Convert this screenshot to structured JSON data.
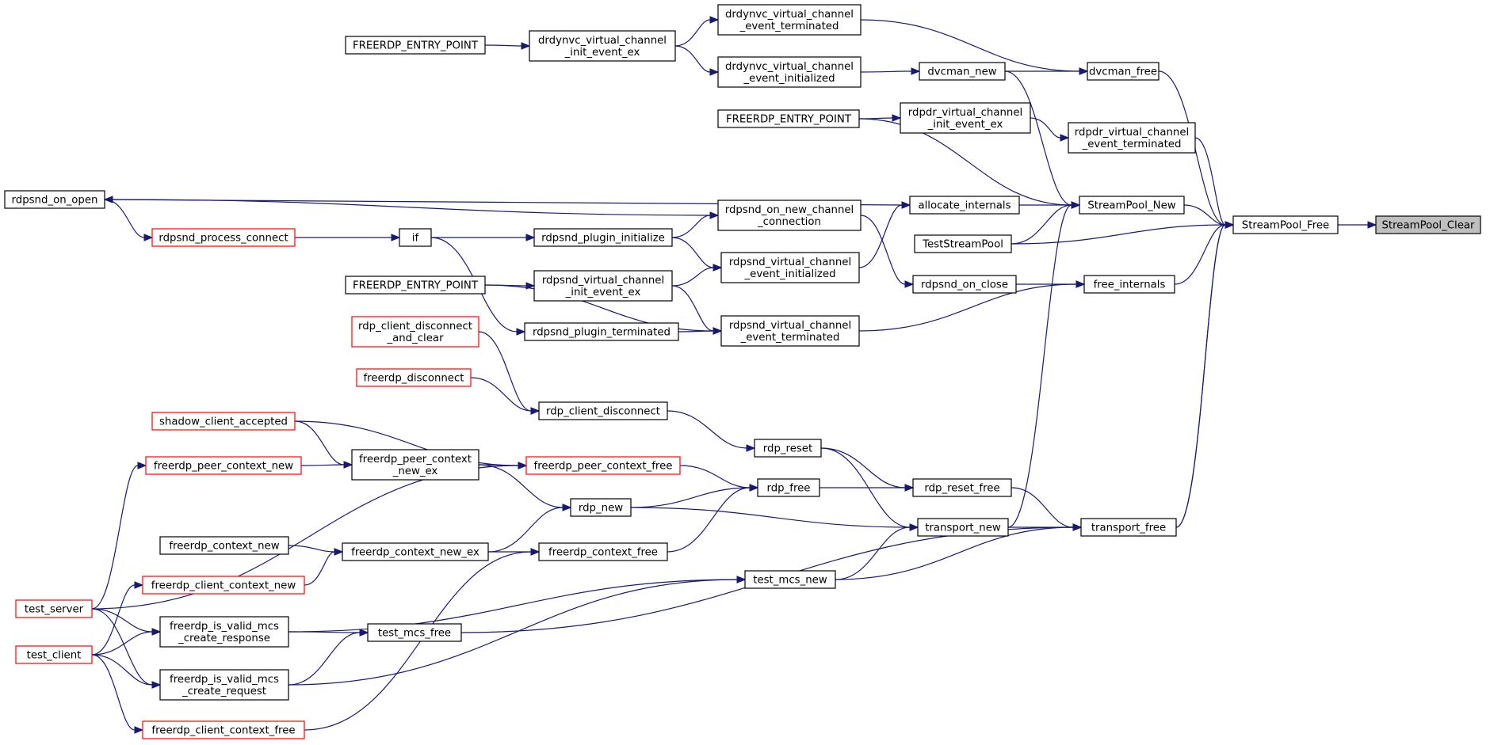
{
  "colors": {
    "edge": "#191970",
    "border": "#000000",
    "border_red": "#ff0000",
    "root_fill": "#bfbfbf"
  },
  "nodes": [
    {
      "id": "StreamPool_Clear",
      "lines": [
        "StreamPool_Clear"
      ],
      "style": "root"
    },
    {
      "id": "StreamPool_Free",
      "lines": [
        "StreamPool_Free"
      ]
    },
    {
      "id": "dvcman_free",
      "lines": [
        "dvcman_free"
      ]
    },
    {
      "id": "rdpdr_vc_event_terminated",
      "lines": [
        "rdpdr_virtual_channel",
        "_event_terminated"
      ]
    },
    {
      "id": "StreamPool_New",
      "lines": [
        "StreamPool_New"
      ]
    },
    {
      "id": "TestStreamPool",
      "lines": [
        "TestStreamPool"
      ]
    },
    {
      "id": "free_internals",
      "lines": [
        "free_internals"
      ]
    },
    {
      "id": "transport_free",
      "lines": [
        "transport_free"
      ]
    },
    {
      "id": "drdynvc_vc_event_terminated",
      "lines": [
        "drdynvc_virtual_channel",
        "_event_terminated"
      ]
    },
    {
      "id": "dvcman_new",
      "lines": [
        "dvcman_new"
      ]
    },
    {
      "id": "drdynvc_vc_event_initialized",
      "lines": [
        "drdynvc_virtual_channel",
        "_event_initialized"
      ]
    },
    {
      "id": "drdynvc_vc_init_event_ex",
      "lines": [
        "drdynvc_virtual_channel",
        "_init_event_ex"
      ]
    },
    {
      "id": "FREERDP_ENTRY_POINT_1",
      "lines": [
        "FREERDP_ENTRY_POINT"
      ]
    },
    {
      "id": "rdpdr_vc_init_event_ex",
      "lines": [
        "rdpdr_virtual_channel",
        "_init_event_ex"
      ]
    },
    {
      "id": "FREERDP_ENTRY_POINT_2",
      "lines": [
        "FREERDP_ENTRY_POINT"
      ]
    },
    {
      "id": "allocate_internals",
      "lines": [
        "allocate_internals"
      ]
    },
    {
      "id": "rdpsnd_on_open",
      "lines": [
        "rdpsnd_on_open"
      ]
    },
    {
      "id": "rdpsnd_process_connect",
      "lines": [
        "rdpsnd_process_connect"
      ],
      "style": "red"
    },
    {
      "id": "if",
      "lines": [
        "if"
      ]
    },
    {
      "id": "rdpsnd_plugin_initialize",
      "lines": [
        "rdpsnd_plugin_initialize"
      ]
    },
    {
      "id": "rdpsnd_on_new_channel_connection",
      "lines": [
        "rdpsnd_on_new_channel",
        "_connection"
      ]
    },
    {
      "id": "rdpsnd_vc_event_initialized",
      "lines": [
        "rdpsnd_virtual_channel",
        "_event_initialized"
      ]
    },
    {
      "id": "rdpsnd_on_close",
      "lines": [
        "rdpsnd_on_close"
      ]
    },
    {
      "id": "FREERDP_ENTRY_POINT_3",
      "lines": [
        "FREERDP_ENTRY_POINT"
      ]
    },
    {
      "id": "rdpsnd_vc_init_event_ex",
      "lines": [
        "rdpsnd_virtual_channel",
        "_init_event_ex"
      ]
    },
    {
      "id": "rdpsnd_plugin_terminated",
      "lines": [
        "rdpsnd_plugin_terminated"
      ]
    },
    {
      "id": "rdpsnd_vc_event_terminated",
      "lines": [
        "rdpsnd_virtual_channel",
        "_event_terminated"
      ]
    },
    {
      "id": "rdp_client_disconnect_and_clear",
      "lines": [
        "rdp_client_disconnect",
        "_and_clear"
      ],
      "style": "red"
    },
    {
      "id": "freerdp_disconnect",
      "lines": [
        "freerdp_disconnect"
      ],
      "style": "red"
    },
    {
      "id": "rdp_client_disconnect",
      "lines": [
        "rdp_client_disconnect"
      ]
    },
    {
      "id": "shadow_client_accepted",
      "lines": [
        "shadow_client_accepted"
      ],
      "style": "red"
    },
    {
      "id": "freerdp_peer_context_new",
      "lines": [
        "freerdp_peer_context_new"
      ],
      "style": "red"
    },
    {
      "id": "freerdp_peer_context_new_ex",
      "lines": [
        "freerdp_peer_context",
        "_new_ex"
      ]
    },
    {
      "id": "freerdp_peer_context_free",
      "lines": [
        "freerdp_peer_context_free"
      ],
      "style": "red"
    },
    {
      "id": "rdp_reset",
      "lines": [
        "rdp_reset"
      ]
    },
    {
      "id": "rdp_free",
      "lines": [
        "rdp_free"
      ]
    },
    {
      "id": "rdp_reset_free",
      "lines": [
        "rdp_reset_free"
      ]
    },
    {
      "id": "rdp_new",
      "lines": [
        "rdp_new"
      ]
    },
    {
      "id": "transport_new",
      "lines": [
        "transport_new"
      ]
    },
    {
      "id": "freerdp_context_new",
      "lines": [
        "freerdp_context_new"
      ]
    },
    {
      "id": "freerdp_context_new_ex",
      "lines": [
        "freerdp_context_new_ex"
      ]
    },
    {
      "id": "freerdp_context_free",
      "lines": [
        "freerdp_context_free"
      ]
    },
    {
      "id": "freerdp_client_context_new",
      "lines": [
        "freerdp_client_context_new"
      ],
      "style": "red"
    },
    {
      "id": "test_mcs_new",
      "lines": [
        "test_mcs_new"
      ]
    },
    {
      "id": "test_server",
      "lines": [
        "test_server"
      ],
      "style": "red"
    },
    {
      "id": "freerdp_is_valid_mcs_create_response",
      "lines": [
        "freerdp_is_valid_mcs",
        "_create_response"
      ]
    },
    {
      "id": "test_mcs_free",
      "lines": [
        "test_mcs_free"
      ]
    },
    {
      "id": "test_client",
      "lines": [
        "test_client"
      ],
      "style": "red"
    },
    {
      "id": "freerdp_is_valid_mcs_create_request",
      "lines": [
        "freerdp_is_valid_mcs",
        "_create_request"
      ]
    },
    {
      "id": "freerdp_client_context_free",
      "lines": [
        "freerdp_client_context_free"
      ],
      "style": "red"
    }
  ],
  "edges": [
    [
      "StreamPool_Free",
      "StreamPool_Clear"
    ],
    [
      "dvcman_free",
      "StreamPool_Free"
    ],
    [
      "rdpdr_vc_event_terminated",
      "StreamPool_Free"
    ],
    [
      "StreamPool_New",
      "StreamPool_Free"
    ],
    [
      "TestStreamPool",
      "StreamPool_Free"
    ],
    [
      "free_internals",
      "StreamPool_Free"
    ],
    [
      "transport_free",
      "StreamPool_Free"
    ],
    [
      "drdynvc_vc_event_terminated",
      "dvcman_free"
    ],
    [
      "dvcman_new",
      "dvcman_free"
    ],
    [
      "drdynvc_vc_event_initialized",
      "dvcman_new"
    ],
    [
      "drdynvc_vc_init_event_ex",
      "drdynvc_vc_event_terminated"
    ],
    [
      "drdynvc_vc_init_event_ex",
      "drdynvc_vc_event_initialized"
    ],
    [
      "FREERDP_ENTRY_POINT_1",
      "drdynvc_vc_init_event_ex"
    ],
    [
      "rdpdr_vc_init_event_ex",
      "rdpdr_vc_event_terminated"
    ],
    [
      "FREERDP_ENTRY_POINT_2",
      "rdpdr_vc_init_event_ex"
    ],
    [
      "FREERDP_ENTRY_POINT_2",
      "StreamPool_New"
    ],
    [
      "dvcman_new",
      "StreamPool_New"
    ],
    [
      "allocate_internals",
      "StreamPool_New"
    ],
    [
      "TestStreamPool",
      "StreamPool_New"
    ],
    [
      "transport_new",
      "StreamPool_New"
    ],
    [
      "rdpsnd_on_open",
      "allocate_internals"
    ],
    [
      "rdpsnd_vc_event_initialized",
      "allocate_internals"
    ],
    [
      "rdpsnd_on_new_channel_connection",
      "rdpsnd_on_open"
    ],
    [
      "rdpsnd_on_open",
      "rdpsnd_process_connect"
    ],
    [
      "rdpsnd_process_connect",
      "if"
    ],
    [
      "if",
      "rdpsnd_plugin_initialize"
    ],
    [
      "if",
      "rdpsnd_plugin_terminated"
    ],
    [
      "rdpsnd_plugin_initialize",
      "rdpsnd_on_new_channel_connection"
    ],
    [
      "rdpsnd_plugin_initialize",
      "rdpsnd_vc_event_initialized"
    ],
    [
      "rdpsnd_vc_init_event_ex",
      "rdpsnd_vc_event_initialized"
    ],
    [
      "rdpsnd_on_new_channel_connection",
      "rdpsnd_on_close"
    ],
    [
      "rdpsnd_on_close",
      "free_internals"
    ],
    [
      "rdpsnd_vc_event_terminated",
      "free_internals"
    ],
    [
      "FREERDP_ENTRY_POINT_3",
      "rdpsnd_vc_init_event_ex"
    ],
    [
      "FREERDP_ENTRY_POINT_3",
      "rdpsnd_vc_event_terminated"
    ],
    [
      "rdpsnd_vc_init_event_ex",
      "rdpsnd_vc_event_terminated"
    ],
    [
      "rdpsnd_plugin_terminated",
      "rdpsnd_vc_event_terminated"
    ],
    [
      "rdp_client_disconnect_and_clear",
      "rdp_client_disconnect"
    ],
    [
      "freerdp_disconnect",
      "rdp_client_disconnect"
    ],
    [
      "rdp_client_disconnect",
      "rdp_reset"
    ],
    [
      "rdp_reset",
      "rdp_reset_free"
    ],
    [
      "rdp_reset",
      "transport_new"
    ],
    [
      "rdp_reset_free",
      "transport_free"
    ],
    [
      "rdp_free",
      "rdp_reset_free"
    ],
    [
      "rdp_new",
      "rdp_free"
    ],
    [
      "rdp_new",
      "transport_new"
    ],
    [
      "transport_new",
      "transport_free"
    ],
    [
      "freerdp_peer_context_free",
      "rdp_free"
    ],
    [
      "freerdp_context_free",
      "rdp_free"
    ],
    [
      "shadow_client_accepted",
      "freerdp_peer_context_new_ex"
    ],
    [
      "shadow_client_accepted",
      "freerdp_peer_context_free"
    ],
    [
      "freerdp_peer_context_new",
      "freerdp_peer_context_new_ex"
    ],
    [
      "freerdp_peer_context_new_ex",
      "freerdp_peer_context_free"
    ],
    [
      "freerdp_peer_context_new_ex",
      "rdp_new"
    ],
    [
      "freerdp_context_new",
      "freerdp_context_new_ex"
    ],
    [
      "freerdp_context_new_ex",
      "rdp_new"
    ],
    [
      "freerdp_context_new_ex",
      "freerdp_context_free"
    ],
    [
      "freerdp_client_context_new",
      "freerdp_context_new_ex"
    ],
    [
      "test_mcs_new",
      "transport_new"
    ],
    [
      "test_mcs_new",
      "transport_free"
    ],
    [
      "test_mcs_free",
      "transport_free"
    ],
    [
      "freerdp_is_valid_mcs_create_response",
      "test_mcs_new"
    ],
    [
      "freerdp_is_valid_mcs_create_response",
      "test_mcs_free"
    ],
    [
      "freerdp_is_valid_mcs_create_request",
      "test_mcs_new"
    ],
    [
      "freerdp_is_valid_mcs_create_request",
      "test_mcs_free"
    ],
    [
      "test_server",
      "freerdp_peer_context_new"
    ],
    [
      "test_server",
      "freerdp_peer_context_free"
    ],
    [
      "test_server",
      "freerdp_is_valid_mcs_create_response"
    ],
    [
      "test_server",
      "freerdp_is_valid_mcs_create_request"
    ],
    [
      "test_client",
      "freerdp_client_context_new"
    ],
    [
      "test_client",
      "freerdp_is_valid_mcs_create_response"
    ],
    [
      "test_client",
      "freerdp_is_valid_mcs_create_request"
    ],
    [
      "test_client",
      "freerdp_client_context_free"
    ],
    [
      "freerdp_client_context_free",
      "freerdp_context_free"
    ],
    [
      "transport_free",
      "StreamPool_Free"
    ]
  ]
}
